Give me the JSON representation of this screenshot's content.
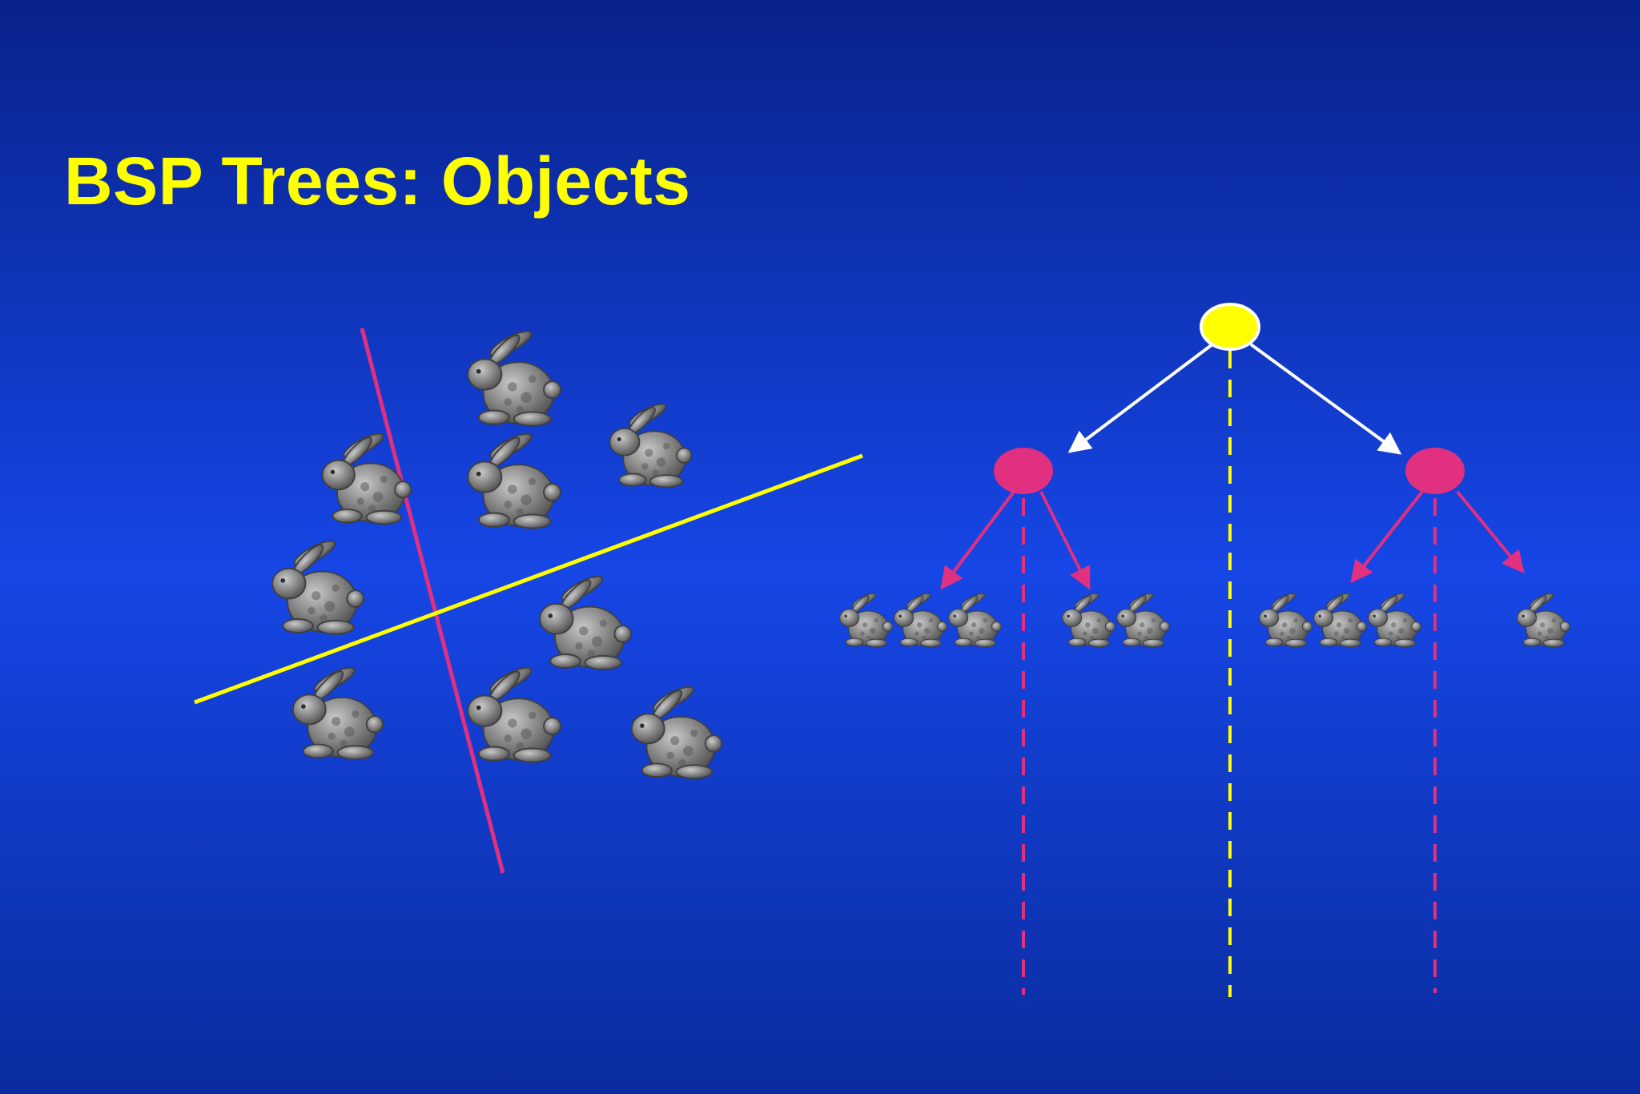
{
  "slide": {
    "title": "BSP Trees: Objects"
  },
  "colors": {
    "title": "#ffff00",
    "yellow_split": "#ffff00",
    "magenta_split": "#e0307f",
    "tree_edge_root": "#ffffff",
    "node_root": "#ffff00",
    "node_child": "#e0307f",
    "bunny": "#8a8a8a"
  },
  "diagram": {
    "scene": {
      "object_icon": "bunny-icon",
      "object_count": 9,
      "split_lines": [
        {
          "name": "yellow-splitting-plane",
          "color": "yellow"
        },
        {
          "name": "magenta-splitting-plane",
          "color": "magenta"
        }
      ]
    },
    "tree": {
      "root": "yellow",
      "children": [
        "magenta",
        "magenta"
      ],
      "leaves": [
        {
          "object_count": 3
        },
        {
          "object_count": 2
        },
        {
          "object_count": 3
        },
        {
          "object_count": 1
        }
      ]
    }
  }
}
